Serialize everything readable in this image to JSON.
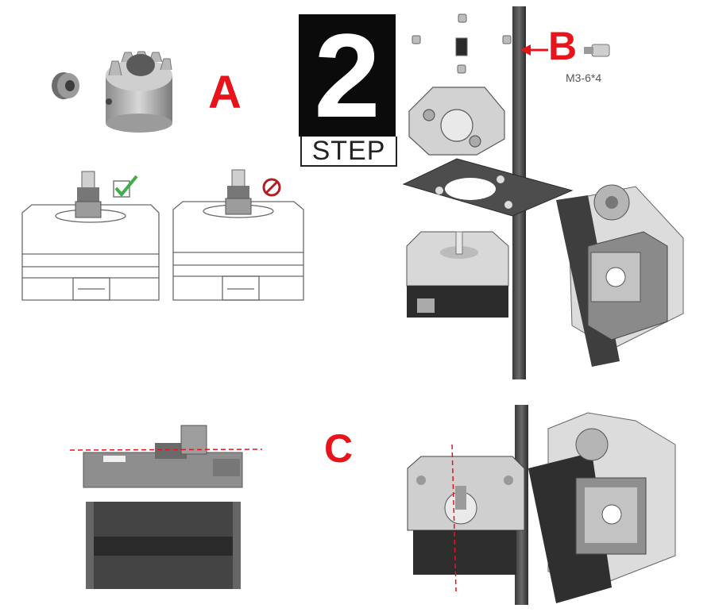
{
  "step": {
    "number": "2",
    "word": "STEP"
  },
  "labels": {
    "a": "A",
    "b": "B",
    "c": "C"
  },
  "screw_spec": "M3-6*4",
  "colors": {
    "accent_red": "#e8141b",
    "check_green": "#3fae49",
    "prohibit_red": "#b01e23"
  },
  "icons": [
    "checkmark-icon",
    "prohibited-icon",
    "arrow-icon"
  ]
}
